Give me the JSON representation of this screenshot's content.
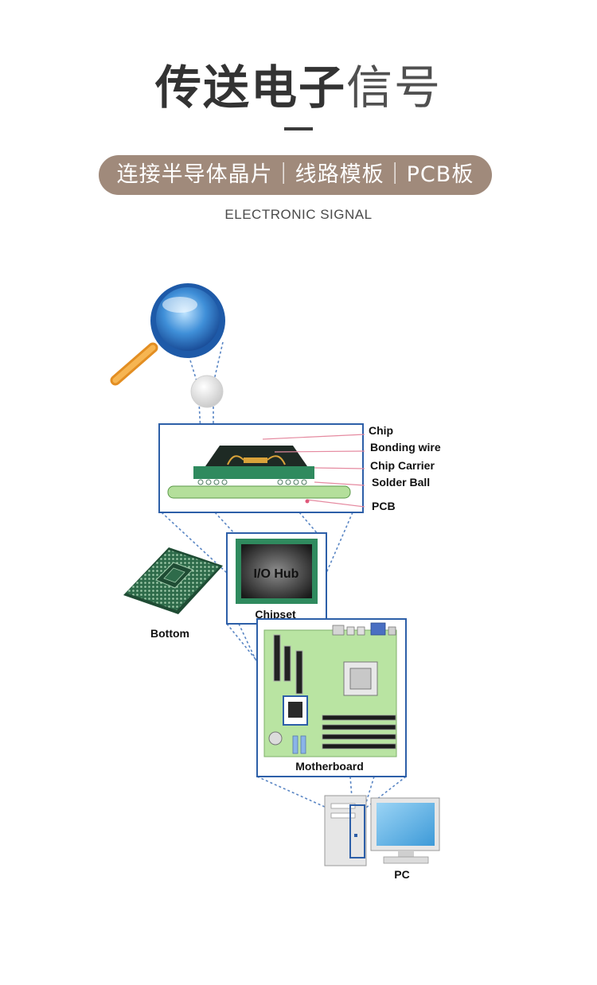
{
  "header": {
    "title_bold": "传送电子",
    "title_light": "信号",
    "pill_text": "连接半导体晶片｜线路模板｜PCB板",
    "subtitle": "ELECTRONIC SIGNAL"
  },
  "diagram": {
    "labels": {
      "chip": "Chip",
      "bonding_wire": "Bonding wire",
      "chip_carrier": "Chip Carrier",
      "solder_ball": "Solder Ball",
      "pcb": "PCB",
      "io_hub": "I/O Hub",
      "chipset": "Chipset",
      "bottom": "Bottom",
      "motherboard": "Motherboard",
      "pc": "PC"
    },
    "colors": {
      "frame_blue": "#2d5fa8",
      "pcb_green": "#b4df9b",
      "carrier_green": "#2f8a5e",
      "chip_black": "#1e2a24",
      "bond_gold": "#d9a33a",
      "magnifier_blue": "#3f8fd8",
      "handle_orange": "#f2a236",
      "dotted_line": "#5a86c4"
    }
  }
}
